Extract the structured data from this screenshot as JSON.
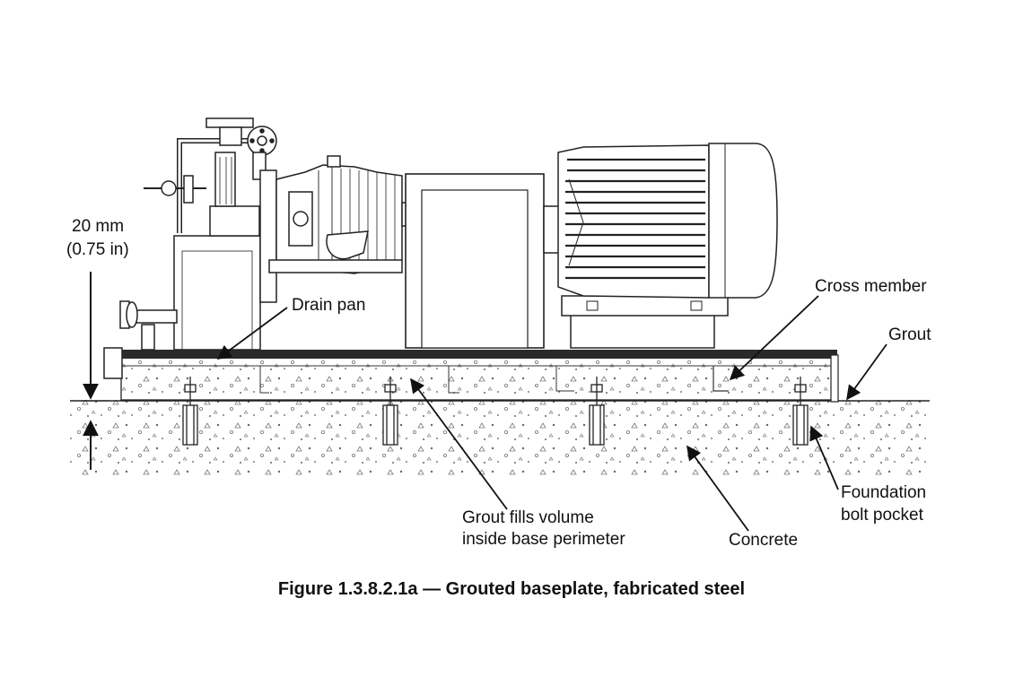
{
  "figure": {
    "caption": "Figure 1.3.8.2.1a — Grouted baseplate, fabricated steel",
    "dimension": {
      "metric": "20 mm",
      "imperial": "(0.75 in)"
    },
    "labels": {
      "drain_pan": "Drain pan",
      "cross_member": "Cross member",
      "grout": "Grout",
      "foundation_bolt_pocket": [
        "Foundation",
        "bolt pocket"
      ],
      "grout_fills": [
        "Grout fills volume",
        "inside base perimeter"
      ],
      "concrete": "Concrete"
    },
    "icons": [
      "pump-icon",
      "coupling-guard-icon",
      "motor-icon",
      "foundation-bolt-icon"
    ]
  }
}
